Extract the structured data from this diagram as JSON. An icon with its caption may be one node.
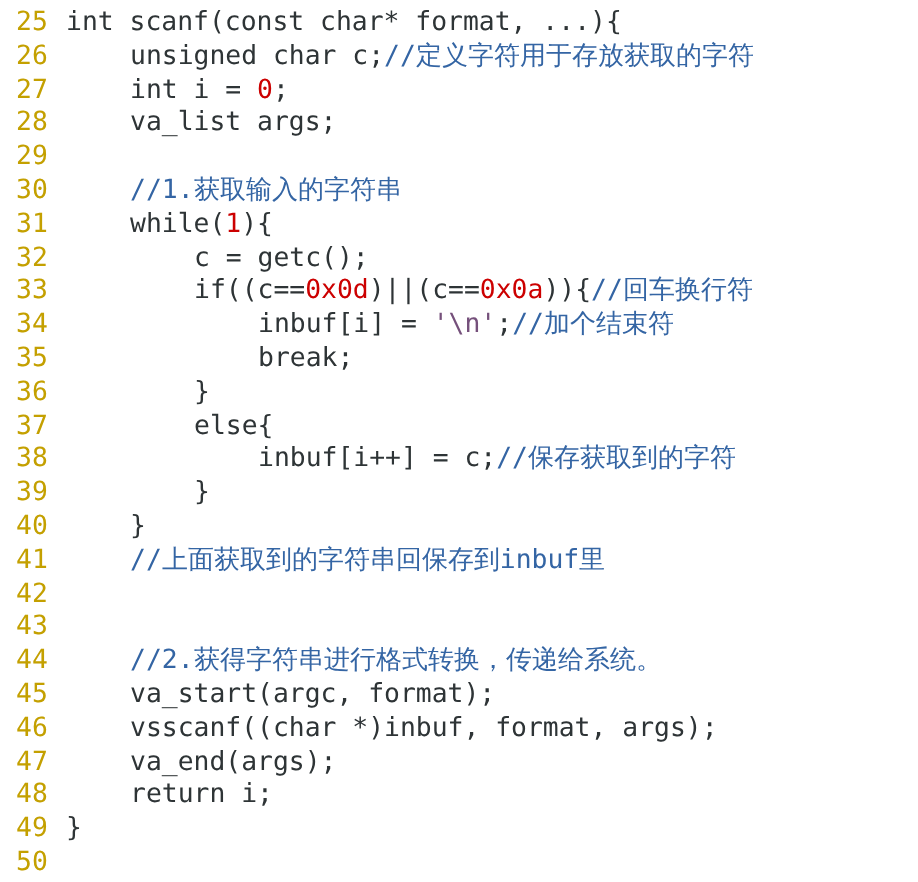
{
  "diagram": {
    "labels": [
      "25",
      "int scanf(const char* format, ...){",
      "26",
      "unsigned char c;//定义字符用于存放获取的字符",
      "27",
      "int i = 0;",
      "28",
      "va_list args;",
      "29",
      "30",
      "//1.获取输入的字符串",
      "31",
      "while(1){",
      "32",
      "c = getc();",
      "33",
      "if((c==0x0d)||(c==0x0a)){//回车换行符",
      "34",
      "inbuf[i] = '\\n';//加个结束符",
      "35",
      "break;",
      "36",
      "}",
      "37",
      "else{",
      "38",
      "inbuf[i++] = c;//保存获取到的字符",
      "39",
      "}",
      "40",
      "}",
      "41",
      "//上面获取到的字符串回保存到inbuf里",
      "42",
      "43",
      "44",
      "//2.获得字符串进行格式转换，传递给系统。",
      "45",
      "va_start(argc, format);",
      "46",
      "vsscanf((char *)inbuf, format, args);",
      "47",
      "va_end(args);",
      "48",
      "return i;",
      "49",
      "}",
      "50"
    ]
  }
}
